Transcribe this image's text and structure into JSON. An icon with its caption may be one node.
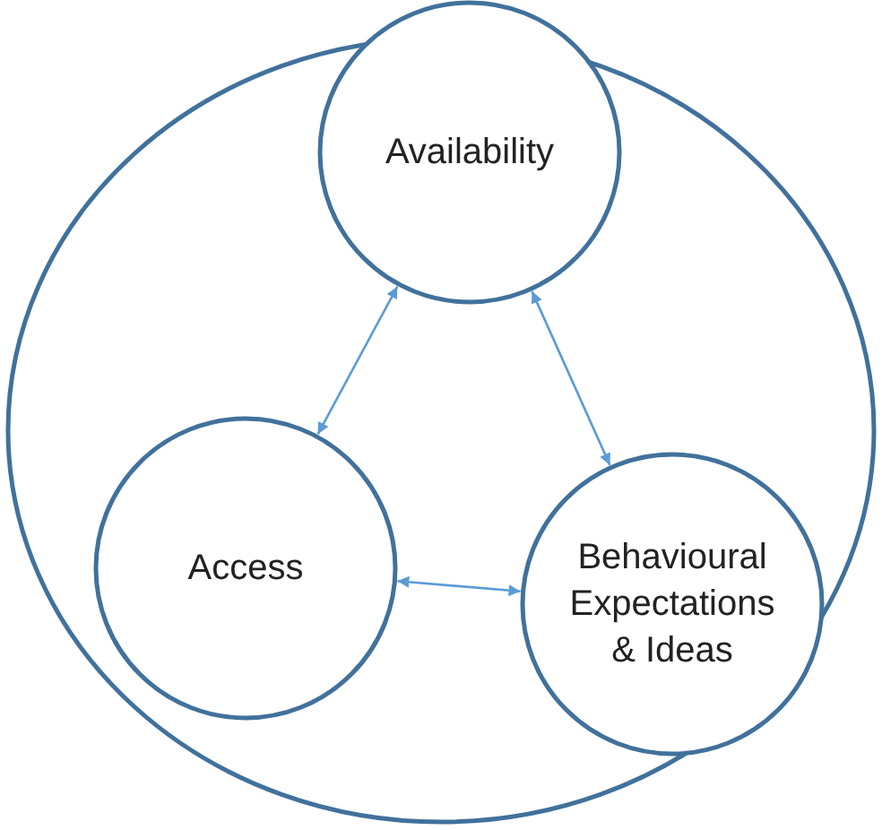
{
  "diagram": {
    "nodes": [
      {
        "text": [],
        "shape": "ellipse"
      },
      {
        "text": [
          "Availability"
        ],
        "in": 0
      },
      {
        "text": [
          "Access"
        ],
        "in": 0
      },
      {
        "text": [
          "Behavioural Expectations & Ideas"
        ],
        "in": 0
      }
    ],
    "edges": [
      {
        "from": 1,
        "to": 2,
        "arrow": "both"
      },
      {
        "from": 1,
        "to": 3,
        "arrow": "both"
      },
      {
        "from": 2,
        "to": 3,
        "arrow": "both"
      }
    ]
  }
}
